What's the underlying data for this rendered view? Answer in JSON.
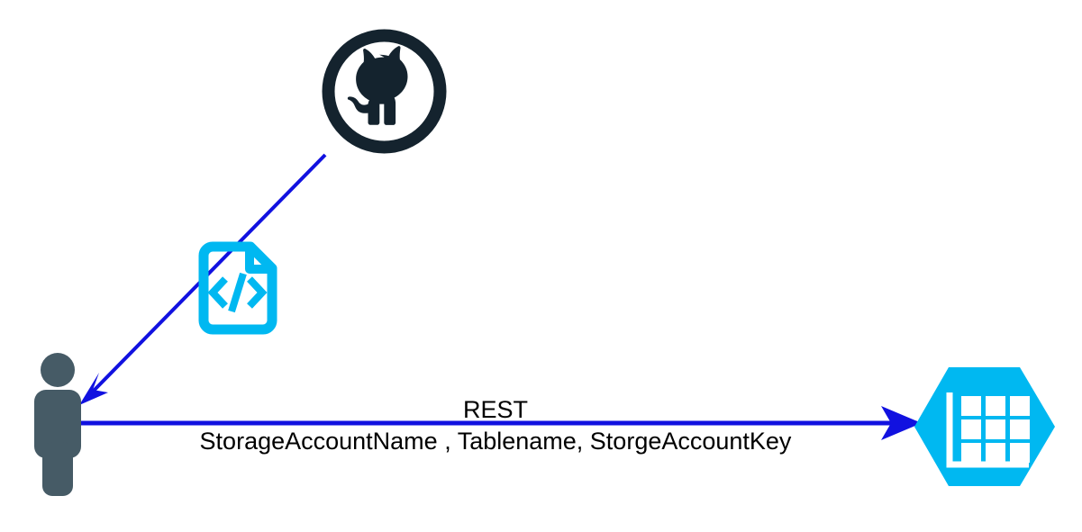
{
  "diagram": {
    "title": "Azure Table Storage REST access diagram",
    "background_color": "#ffffff",
    "nodes": [
      {
        "id": "github",
        "name": "GitHub",
        "icon": "github-octocat-icon",
        "color": "#14232E"
      },
      {
        "id": "code-file",
        "name": "Source Code File",
        "icon": "code-file-icon",
        "glyph": "</>",
        "color": "#00B8F1"
      },
      {
        "id": "user",
        "name": "User",
        "icon": "person-icon",
        "color": "#465B66"
      },
      {
        "id": "table-storage",
        "name": "Azure Table Storage",
        "icon": "azure-table-storage-icon",
        "color": "#00B8F1",
        "accent_color": "#ffffff"
      }
    ],
    "edges": [
      {
        "id": "github-to-user",
        "from": "github",
        "to": "user",
        "color": "#1111E0",
        "label": "",
        "direction": "one-way"
      },
      {
        "id": "user-to-table-storage",
        "from": "user",
        "to": "table-storage",
        "color": "#1111E0",
        "direction": "one-way",
        "label_top": "REST",
        "label_bottom": "StorageAccountName , Tablename, StorgeAccountKey"
      }
    ]
  },
  "labels": {
    "rest": "REST",
    "params": "StorageAccountName , Tablename, StorgeAccountKey"
  },
  "colors": {
    "arrow_blue": "#1111E0",
    "azure_cyan": "#00B8F1",
    "github_dark": "#14232E",
    "person_slate": "#465B66",
    "text_black": "#000000"
  }
}
